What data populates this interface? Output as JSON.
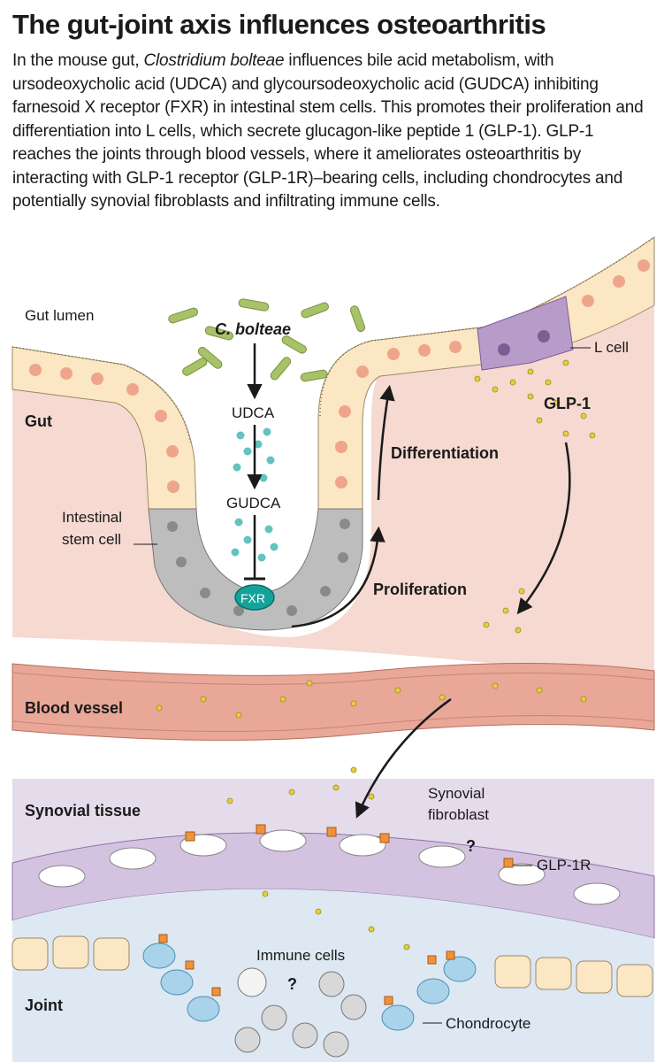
{
  "title": "The gut-joint axis influences osteoarthritis",
  "caption": {
    "pre": "In the mouse gut, ",
    "italic": "Clostridium bolteae",
    "post": " influences bile acid metabolism, with ursodeoxycholic acid (UDCA) and glycoursodeoxycholic acid (GUDCA) inhibiting farnesoid X receptor (FXR) in intestinal stem cells. This promotes their proliferation and differentiation into L cells, which secrete glucagon-like peptide 1 (GLP-1). GLP-1 reaches the joints through blood vessels, where it ameliorates osteoarthritis by interacting with GLP-1 receptor (GLP-1R)–bearing cells, including chondrocytes and potentially synovial fibroblasts and infiltrating immune cells."
  },
  "labels": {
    "gut_lumen": "Gut lumen",
    "gut": "Gut",
    "c_bolteae": "C. bolteae",
    "udca": "UDCA",
    "gudca": "GUDCA",
    "fxr": "FXR",
    "stem_cell_line1": "Intestinal",
    "stem_cell_line2": "stem cell",
    "differentiation": "Differentiation",
    "proliferation": "Proliferation",
    "l_cell": "L cell",
    "glp1": "GLP-1",
    "blood_vessel": "Blood vessel",
    "synovial_tissue": "Synovial tissue",
    "synovial_fibroblast_line1": "Synovial",
    "synovial_fibroblast_line2": "fibroblast",
    "question_mark": "?",
    "glp1r": "GLP-1R",
    "immune_cells": "Immune cells",
    "joint": "Joint",
    "chondrocyte": "Chondrocyte"
  },
  "colors": {
    "tissue_pink": "#f6d9d0",
    "cell_beige": "#fbe7c4",
    "nucleus": "#eea58c",
    "stem_gray": "#bdbdbd",
    "l_cell_purple": "#b79bc9",
    "glp1_yellow": "#e6cf3a",
    "bacteria_green": "#a7c267",
    "bile_acid_teal": "#62c3c0",
    "fxr_teal": "#14a39a",
    "vessel_red": "#e8a797",
    "synovial_lilac": "#e4dbeb",
    "chondrocyte_blue": "#a9d3ea",
    "receptor_orange": "#f0923a"
  }
}
